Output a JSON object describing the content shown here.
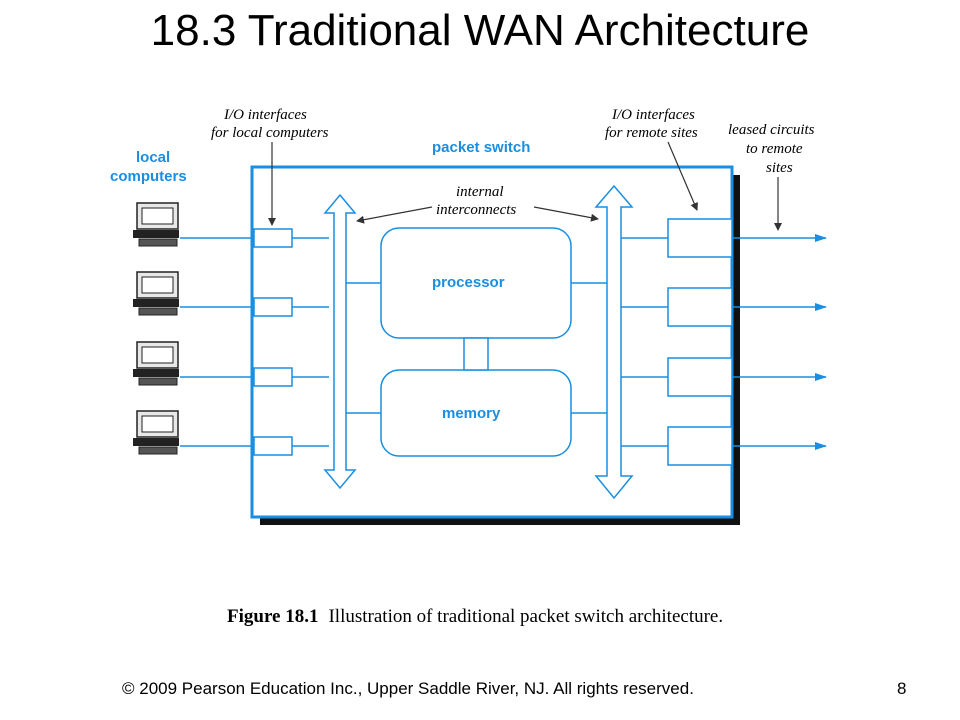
{
  "title": "18.3  Traditional WAN Architecture",
  "diagram": {
    "local_computers_line1": "local",
    "local_computers_line2": "computers",
    "packet_switch_label": "packet switch",
    "io_local_line1": "I/O interfaces",
    "io_local_line2": "for local computers",
    "io_remote_line1": "I/O interfaces",
    "io_remote_line2": "for remote sites",
    "leased_line1": "leased circuits",
    "leased_line2": "to remote",
    "leased_line3": "sites",
    "internal_line1": "internal",
    "internal_line2": "interconnects",
    "processor_label": "processor",
    "memory_label": "memory"
  },
  "caption": {
    "figure_number": "Figure 18.1",
    "text": "Illustration of traditional packet switch architecture."
  },
  "footer": {
    "copyright": "© 2009 Pearson Education Inc., Upper Saddle River, NJ. All rights reserved.",
    "page_number": "8"
  },
  "colors": {
    "diagram_blue": "#1a8ee0",
    "shadow": "#111111",
    "computer_gray": "#e8e8e8"
  }
}
